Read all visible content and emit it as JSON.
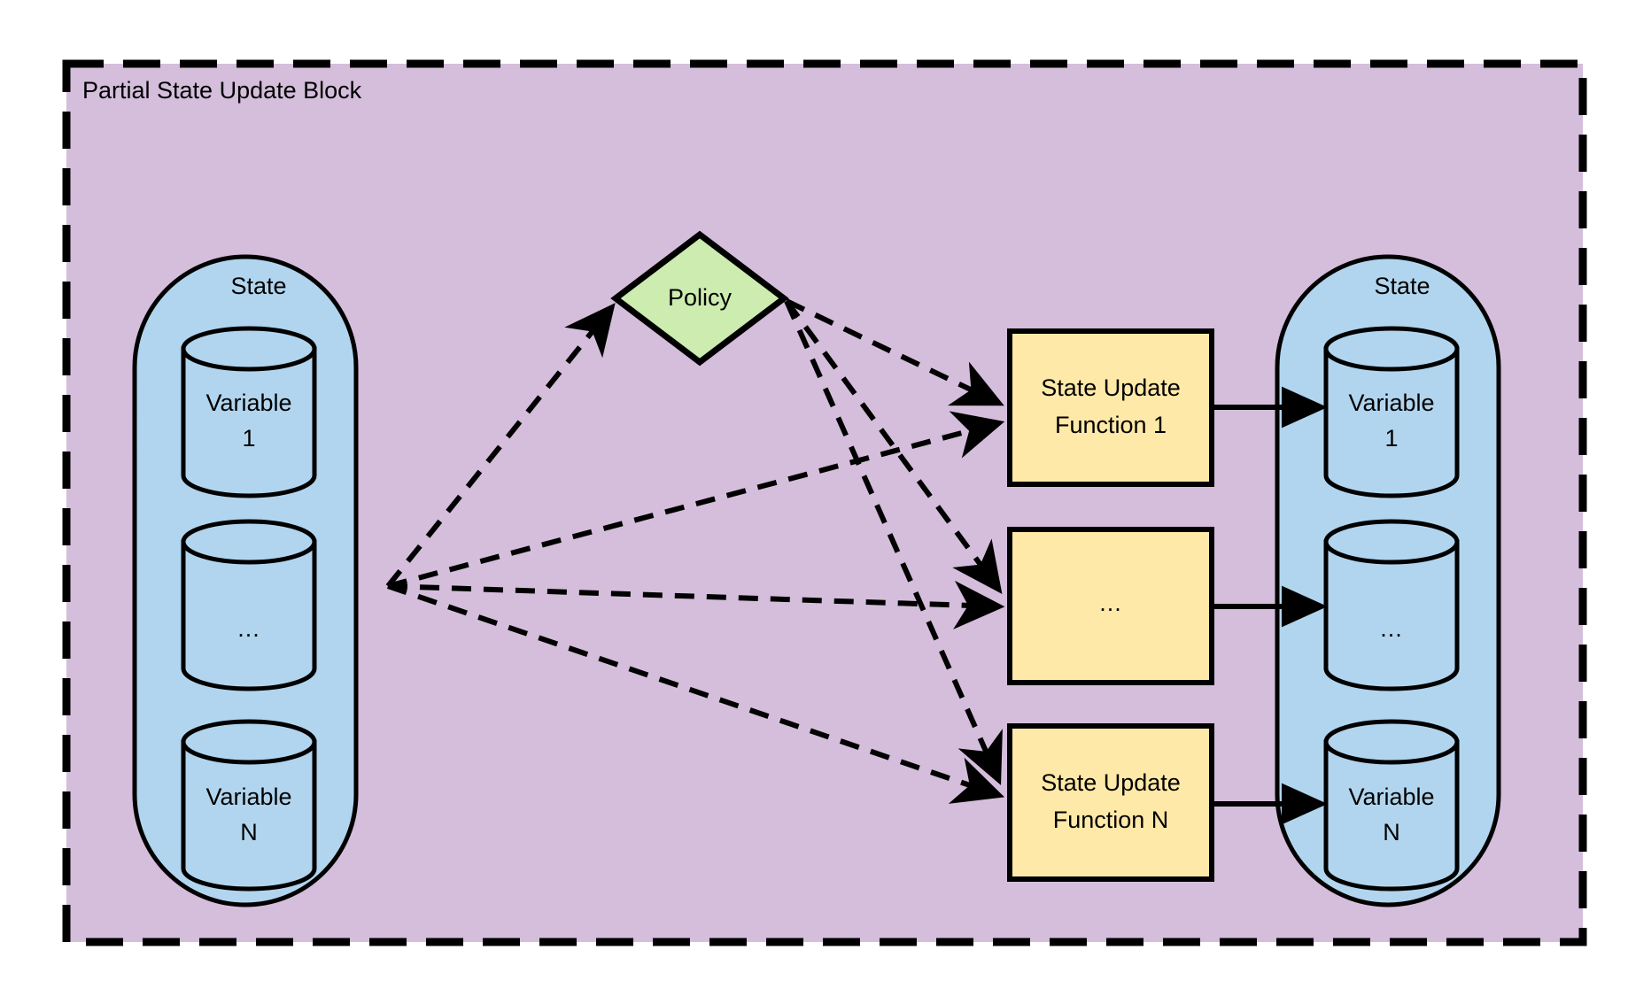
{
  "block": {
    "title": "Partial State Update Block",
    "fill": "#d4bedb",
    "border_color": "#000000",
    "border_style": "dashed"
  },
  "colors": {
    "state_fill": "#b1d5ee",
    "policy_fill": "#cdecb0",
    "function_fill": "#ffe9a8",
    "stroke": "#000000",
    "background": "#ffffff"
  },
  "input_state": {
    "label": "State",
    "variables": [
      {
        "name": "variable-1",
        "line1": "Variable",
        "line2": "1"
      },
      {
        "name": "variable-mid",
        "line1": "...",
        "line2": ""
      },
      {
        "name": "variable-n",
        "line1": "Variable",
        "line2": "N"
      }
    ]
  },
  "policy": {
    "label": "Policy"
  },
  "functions": [
    {
      "name": "state-update-function-1",
      "line1": "State Update",
      "line2": "Function 1"
    },
    {
      "name": "state-update-function-mid",
      "line1": "...",
      "line2": ""
    },
    {
      "name": "state-update-function-n",
      "line1": "State Update",
      "line2": "Function N"
    }
  ],
  "output_state": {
    "label": "State",
    "variables": [
      {
        "name": "variable-1",
        "line1": "Variable",
        "line2": "1"
      },
      {
        "name": "variable-mid",
        "line1": "...",
        "line2": ""
      },
      {
        "name": "variable-n",
        "line1": "Variable",
        "line2": "N"
      }
    ]
  },
  "edges": {
    "state_to_policy": {
      "style": "dashed",
      "arrow": "open"
    },
    "state_to_functions": {
      "style": "dashed",
      "arrow": "open",
      "count": 3
    },
    "policy_to_functions": {
      "style": "dashed",
      "arrow": "open",
      "count": 3
    },
    "function_to_variable": {
      "style": "solid",
      "arrow": "filled",
      "count": 3
    }
  }
}
